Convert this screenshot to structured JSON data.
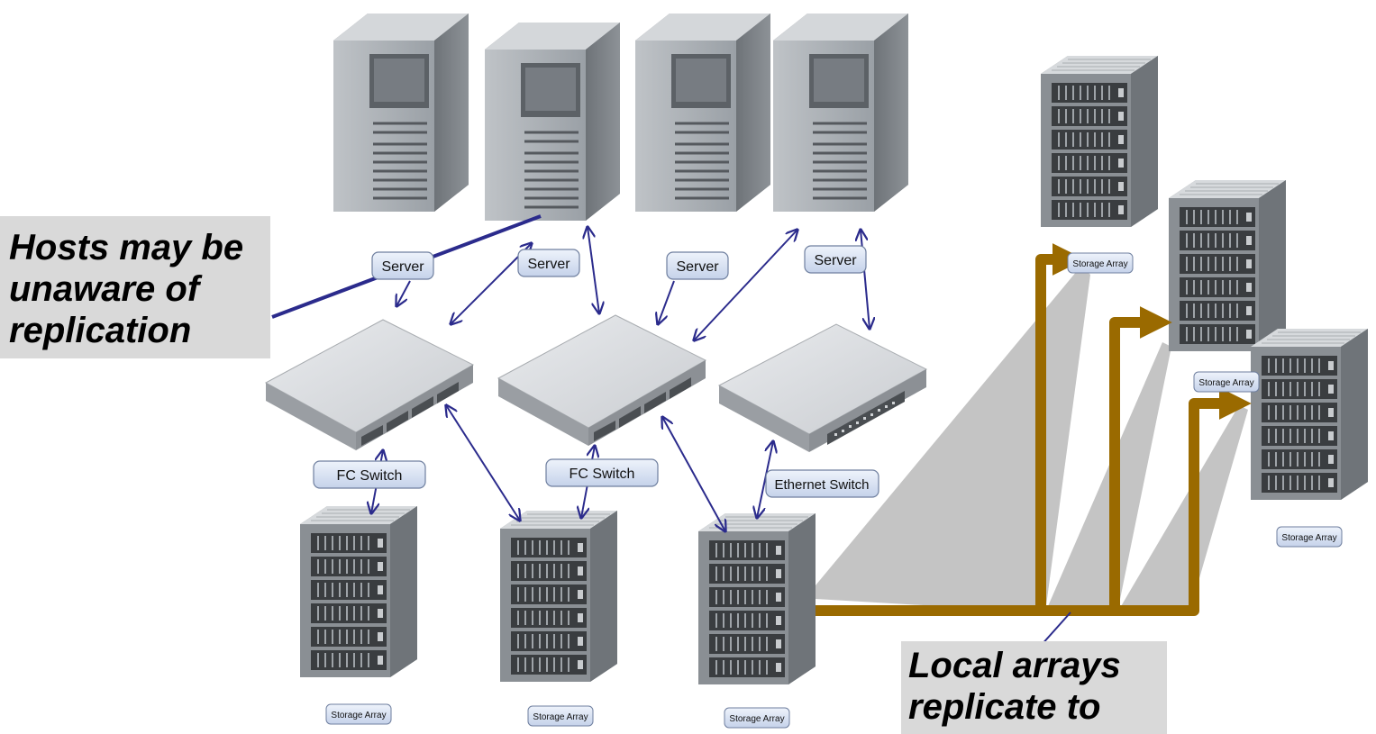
{
  "callouts": {
    "hosts_line1": "Hosts may be",
    "hosts_line2": "unaware of",
    "hosts_line3": "replication",
    "local_line1": "Local arrays",
    "local_line2": "replicate to"
  },
  "labels": {
    "server": "Server",
    "fc_switch": "FC Switch",
    "ethernet_switch": "Ethernet Switch",
    "storage_array": "Storage Array"
  },
  "colors": {
    "connection_arrow": "#2b2b8c",
    "replication_path": "#9a6a00",
    "shadow": "#c4c4c4",
    "callout_bg": "#d9d9d9"
  }
}
